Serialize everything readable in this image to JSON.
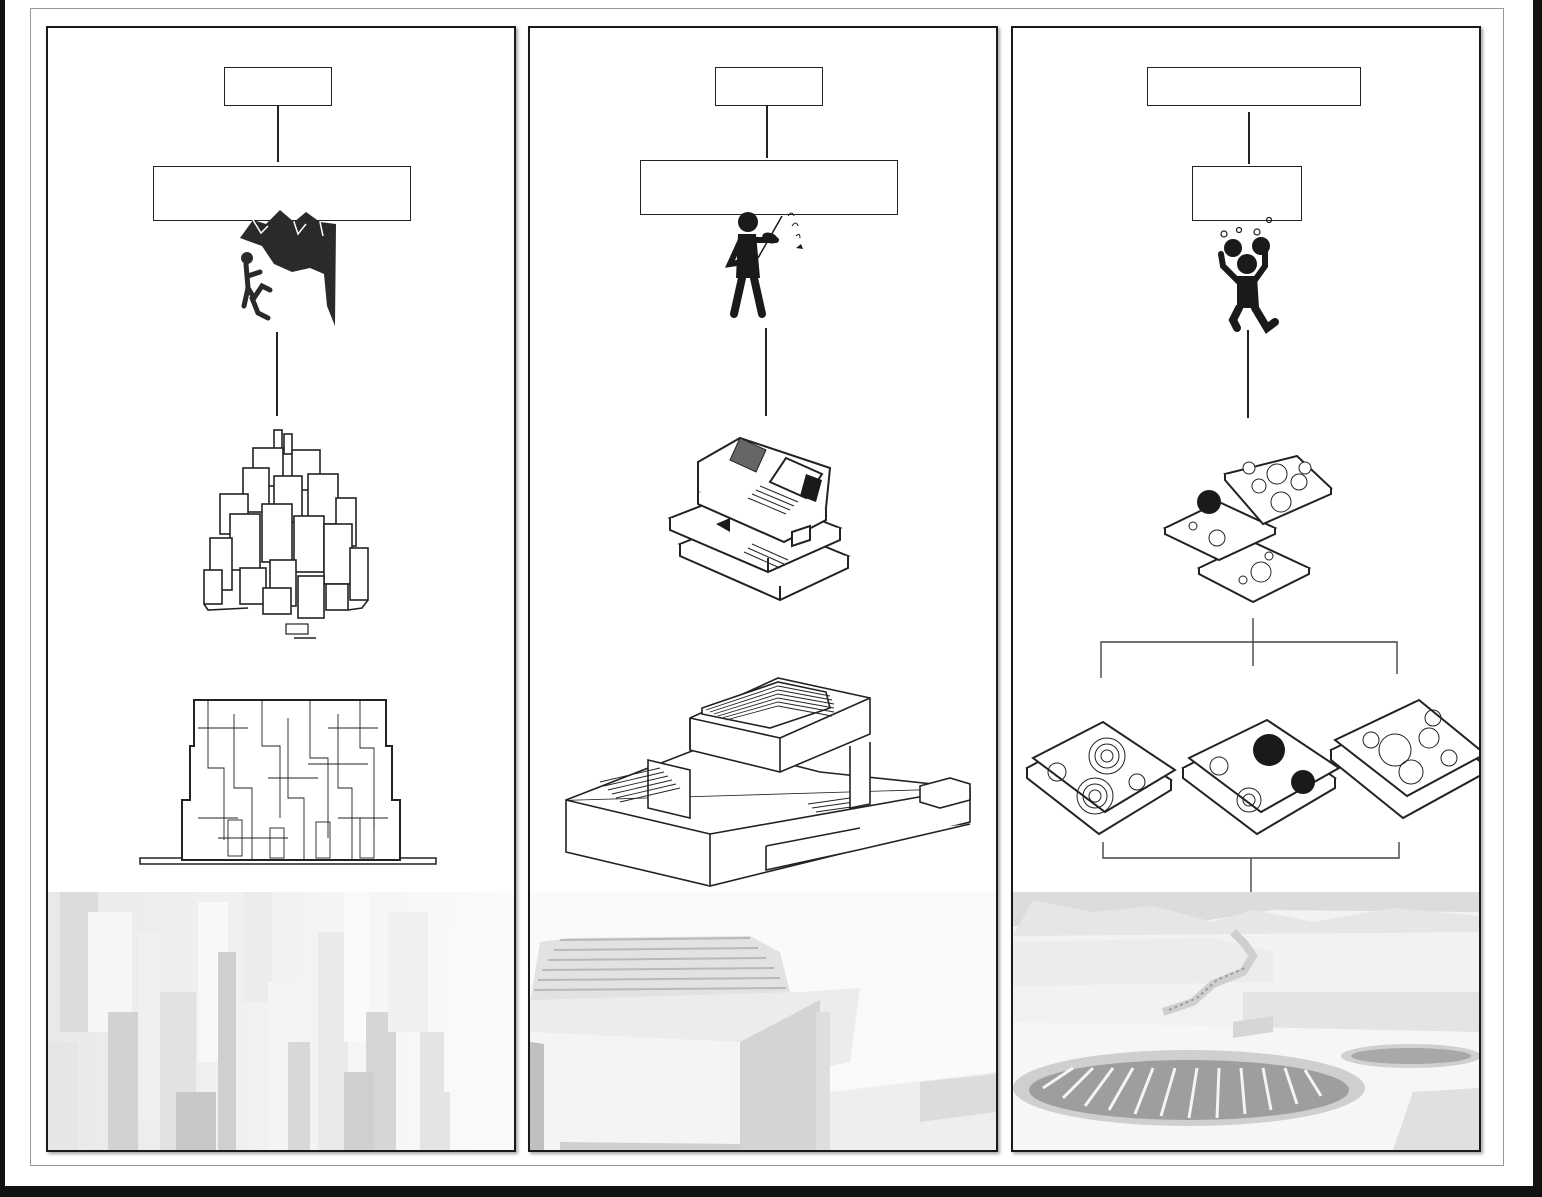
{
  "columns": [
    {
      "id": "climbing",
      "top_label": "",
      "second_label": "",
      "person_icon": "rock-climber-icon",
      "diagram": "stacked-blocks-massing",
      "elevation": "block-facade-elevation",
      "render": "hanging-columns-interior-render"
    },
    {
      "id": "music",
      "top_label": "",
      "second_label": "",
      "person_icon": "violinist-icon",
      "diagram": "stacked-slabs-axonometric",
      "elevation": "terraced-building-axonometric",
      "render": "terraced-roof-render"
    },
    {
      "id": "juggling",
      "top_label": "",
      "second_label": "",
      "person_icon": "juggler-icon",
      "diagram": "circle-plates-stack",
      "elevation": "three-circle-plates",
      "render": "circular-void-landscape-render"
    }
  ],
  "colors": {
    "stroke": "#222222",
    "fill_dark": "#2a2a2a",
    "render_light": "#f0f0f0",
    "render_shadow": "#c9c9c9"
  }
}
